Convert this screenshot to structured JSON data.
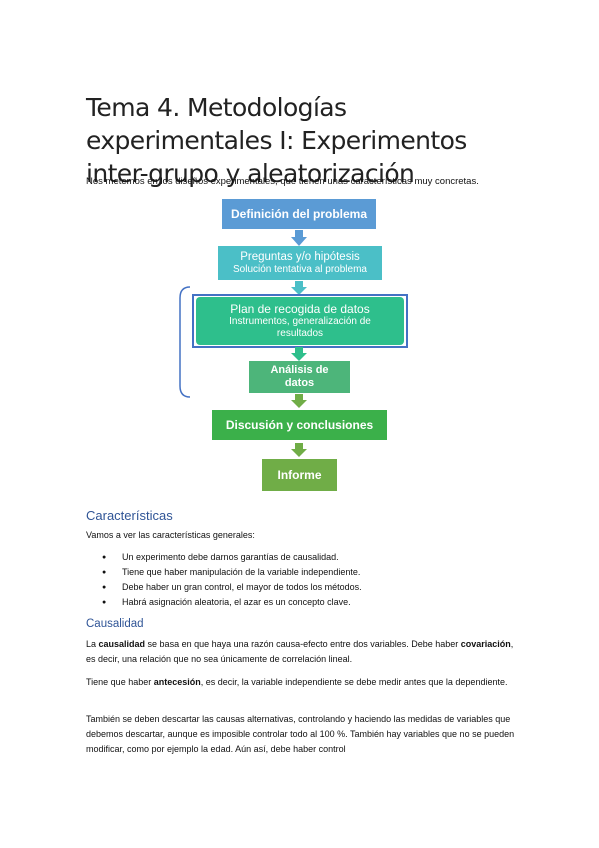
{
  "title": "Tema 4. Metodologías experimentales I: Experimentos inter-grupo y aleatorización",
  "intro": "Nos metemos en los diseños experimentales, que tienen unas características muy concretas.",
  "flow": {
    "box1": "Definición del problema",
    "box2": "Preguntas y/o hipótesis",
    "box2_sub": "Solución tentativa al problema",
    "box3": "Plan de recogida de datos",
    "box3_sub": "Instrumentos, generalización de resultados",
    "box4": "Análisis de datos",
    "box5": "Discusión y conclusiones",
    "box6": "Informe",
    "colors": {
      "blue": "#5b9bd5",
      "teal": "#4bbfc7",
      "green": "#2ebf8c",
      "green2": "#4db57a",
      "olive": "#70ad47",
      "bracket": "#4472c4"
    }
  },
  "section1": {
    "heading": "Características",
    "lead": "Vamos a ver las características generales:",
    "bullets": [
      "Un experimento debe darnos garantías de causalidad.",
      "Tiene que haber manipulación de la variable independiente.",
      "Debe haber un gran control, el mayor de todos los métodos.",
      "Habrá asignación aleatoria, el azar es un concepto clave."
    ]
  },
  "section2": {
    "heading": "Causalidad",
    "p1_a": "La ",
    "p1_b": "causalidad",
    "p1_c": " se basa en que haya una razón causa-efecto entre dos variables. Debe haber ",
    "p1_d": "covariación",
    "p1_e": ", es decir, una relación que no sea únicamente de correlación lineal.",
    "p2_a": "Tiene que haber ",
    "p2_b": "antecesión",
    "p2_c": ", es decir, la variable independiente se debe medir antes que la dependiente.",
    "p3": "También se deben descartar las causas alternativas, controlando y haciendo las medidas de variables que debemos descartar, aunque es imposible controlar todo al 100 %. También hay variables que no se pueden modificar, como por ejemplo la edad. Aún así, debe haber control"
  }
}
